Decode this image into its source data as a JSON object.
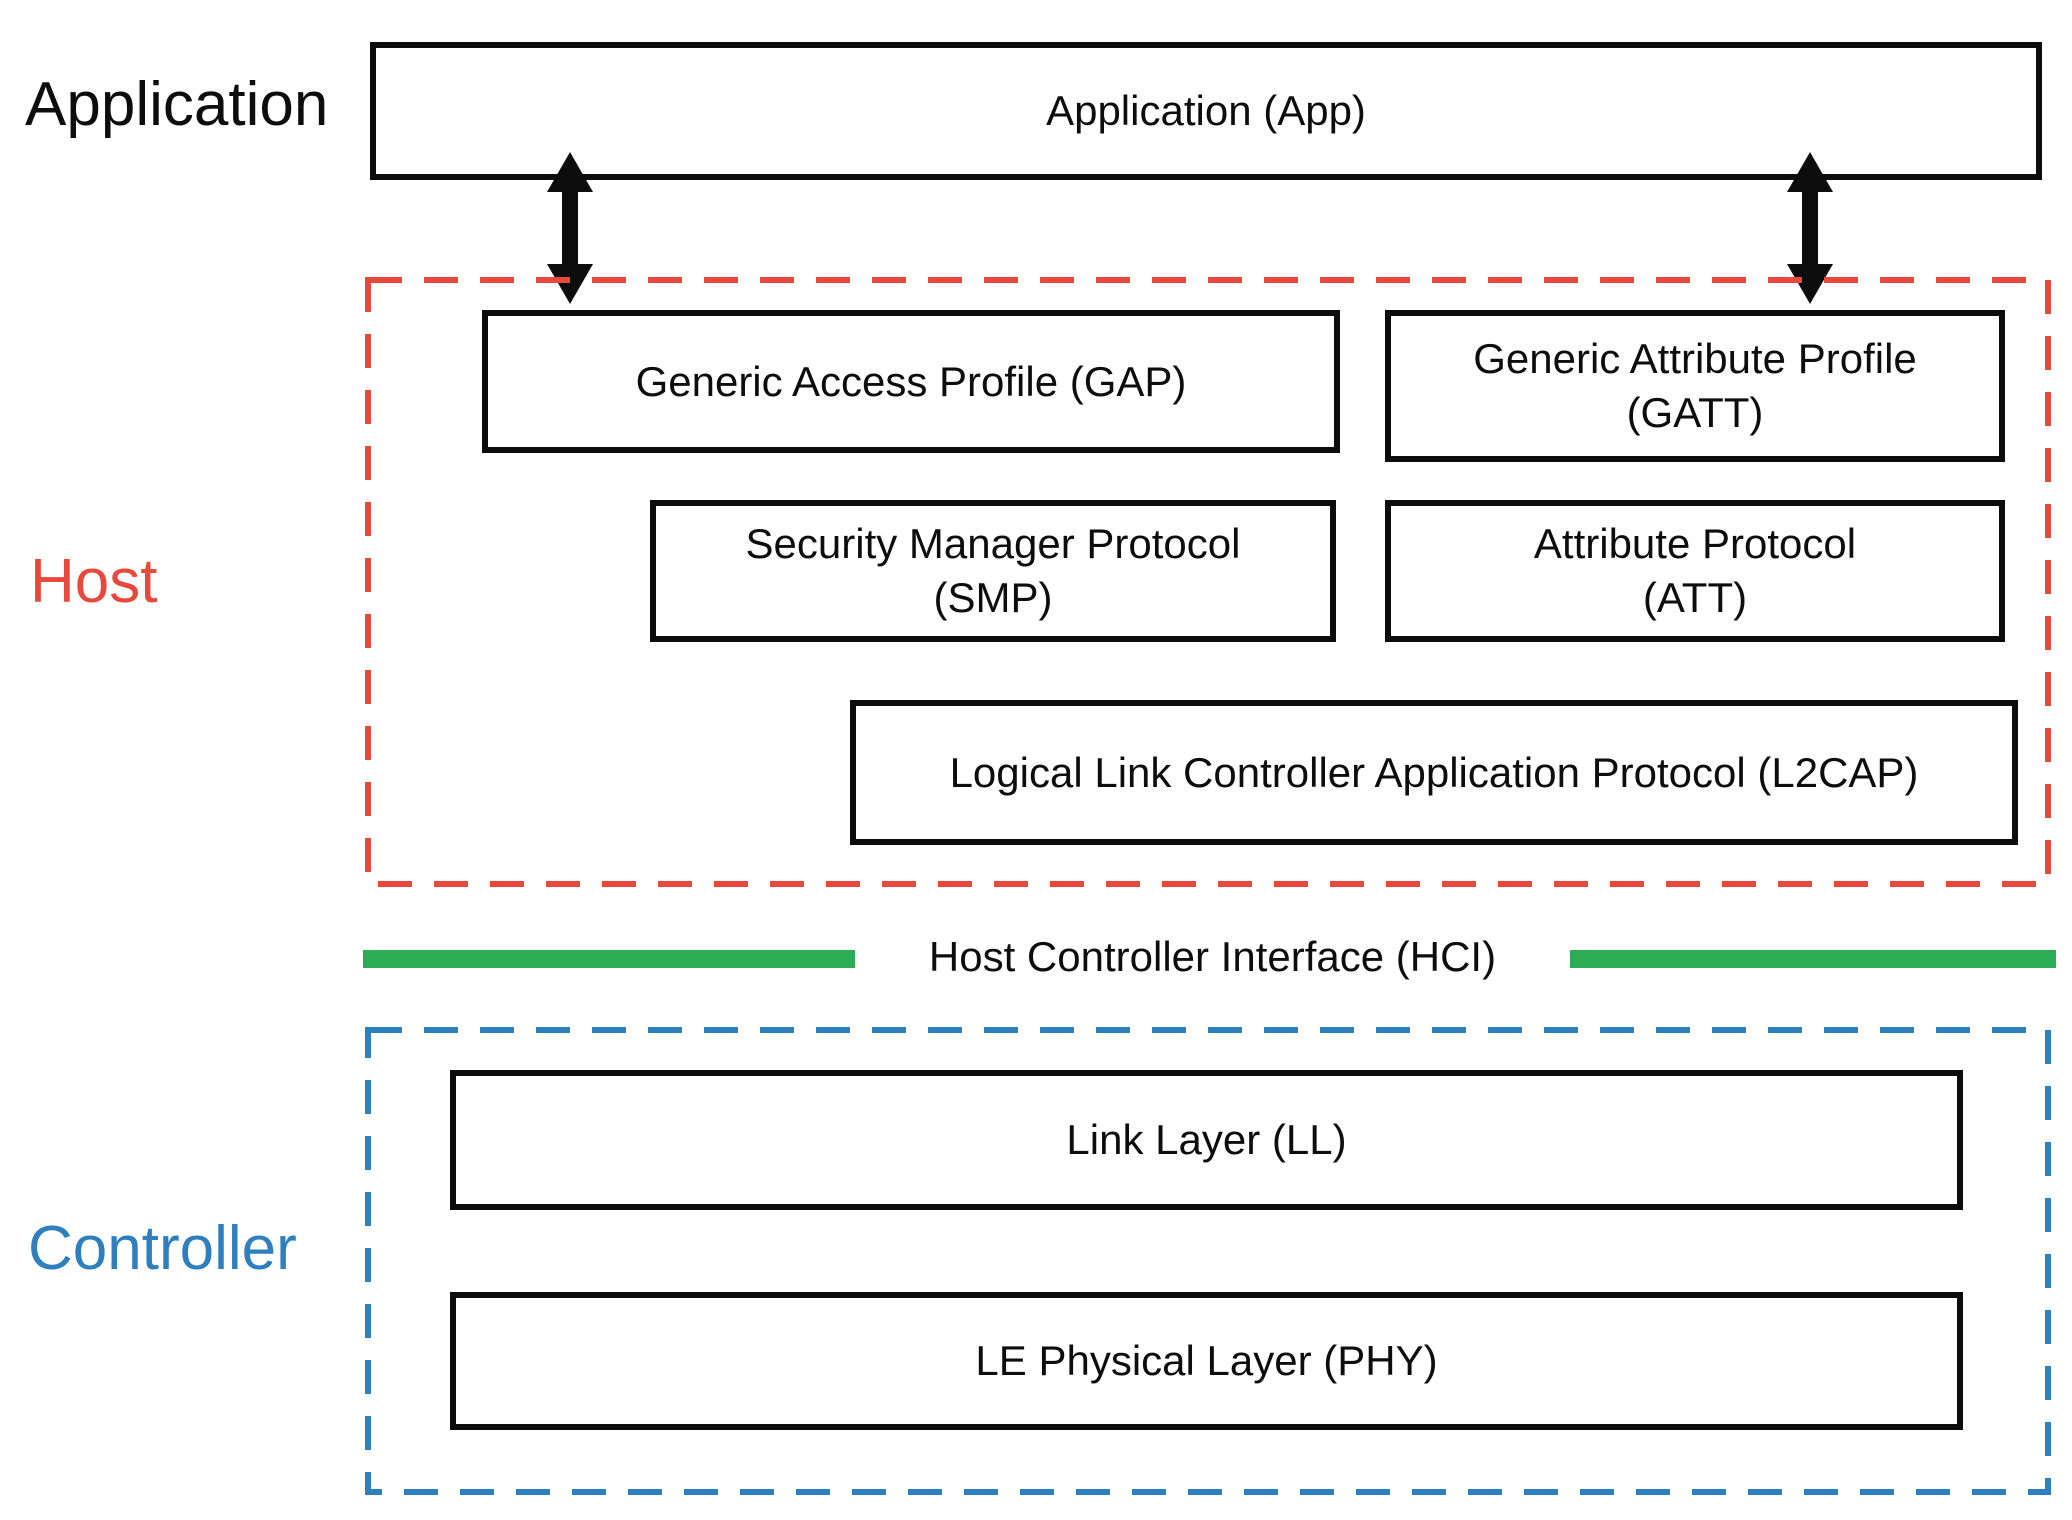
{
  "colors": {
    "box_black": "#0d0d0d",
    "host_red": "#E8493C",
    "controller_blue": "#2E7FBE",
    "hci_green": "#2BAC55"
  },
  "side_labels": {
    "application": "Application",
    "host": "Host",
    "controller": "Controller"
  },
  "layers": {
    "app": {
      "lines": [
        "Application (App)"
      ]
    },
    "gap": {
      "lines": [
        "Generic Access Profile (GAP)"
      ]
    },
    "gatt": {
      "lines": [
        "Generic Attribute Profile",
        "(GATT)"
      ]
    },
    "smp": {
      "lines": [
        "Security Manager Protocol",
        "(SMP)"
      ]
    },
    "att": {
      "lines": [
        "Attribute Protocol",
        "(ATT)"
      ]
    },
    "l2cap": {
      "lines": [
        "Logical Link Controller Application Protocol (L2CAP)"
      ]
    },
    "ll": {
      "lines": [
        "Link Layer (LL)"
      ]
    },
    "phy": {
      "lines": [
        "LE Physical Layer (PHY)"
      ]
    }
  },
  "hci": {
    "label": "Host Controller Interface (HCI)"
  },
  "icons": {
    "arrow_left": "bidirectional-vertical-arrow",
    "arrow_right": "bidirectional-vertical-arrow"
  }
}
